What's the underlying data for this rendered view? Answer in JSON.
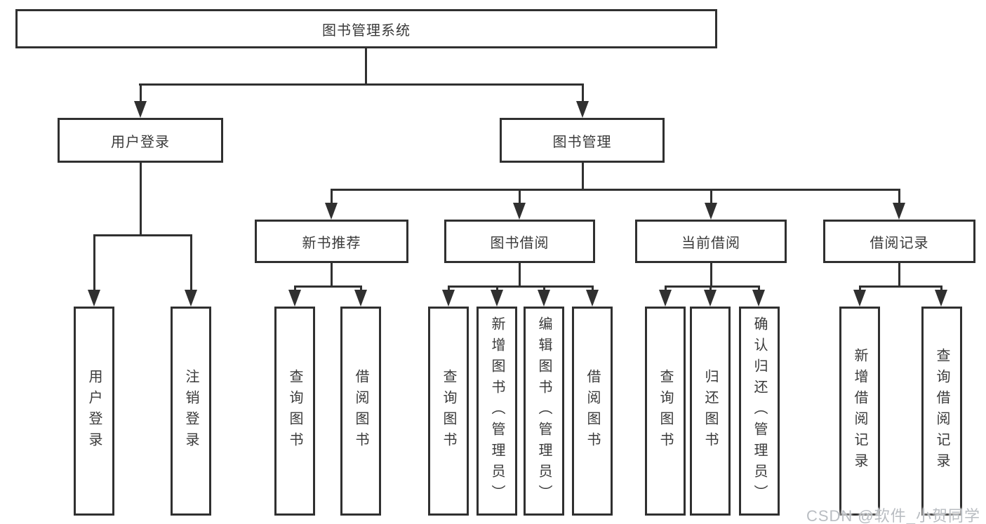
{
  "tree": {
    "label": "图书管理系统",
    "children": [
      {
        "label": "用户登录",
        "children": [
          {
            "label": "用户登录"
          },
          {
            "label": "注销登录"
          }
        ]
      },
      {
        "label": "图书管理",
        "children": [
          {
            "label": "新书推荐",
            "children": [
              {
                "label": "查询图书"
              },
              {
                "label": "借阅图书"
              }
            ]
          },
          {
            "label": "图书借阅",
            "children": [
              {
                "label": "查询图书"
              },
              {
                "label": "新增图书（管理员）"
              },
              {
                "label": "编辑图书（管理员）"
              },
              {
                "label": "借阅图书"
              }
            ]
          },
          {
            "label": "当前借阅",
            "children": [
              {
                "label": "查询图书"
              },
              {
                "label": "归还图书"
              },
              {
                "label": "确认归还（管理员）"
              }
            ]
          },
          {
            "label": "借阅记录",
            "children": [
              {
                "label": "新增借阅记录"
              },
              {
                "label": "查询借阅记录"
              }
            ]
          }
        ]
      }
    ]
  },
  "watermark": {
    "text": "CSDN @软件_小贺同学"
  },
  "colors": {
    "line": "#303030",
    "text": "#3a3a3a",
    "background": "#ffffff",
    "watermark": "#b9bdc2"
  }
}
